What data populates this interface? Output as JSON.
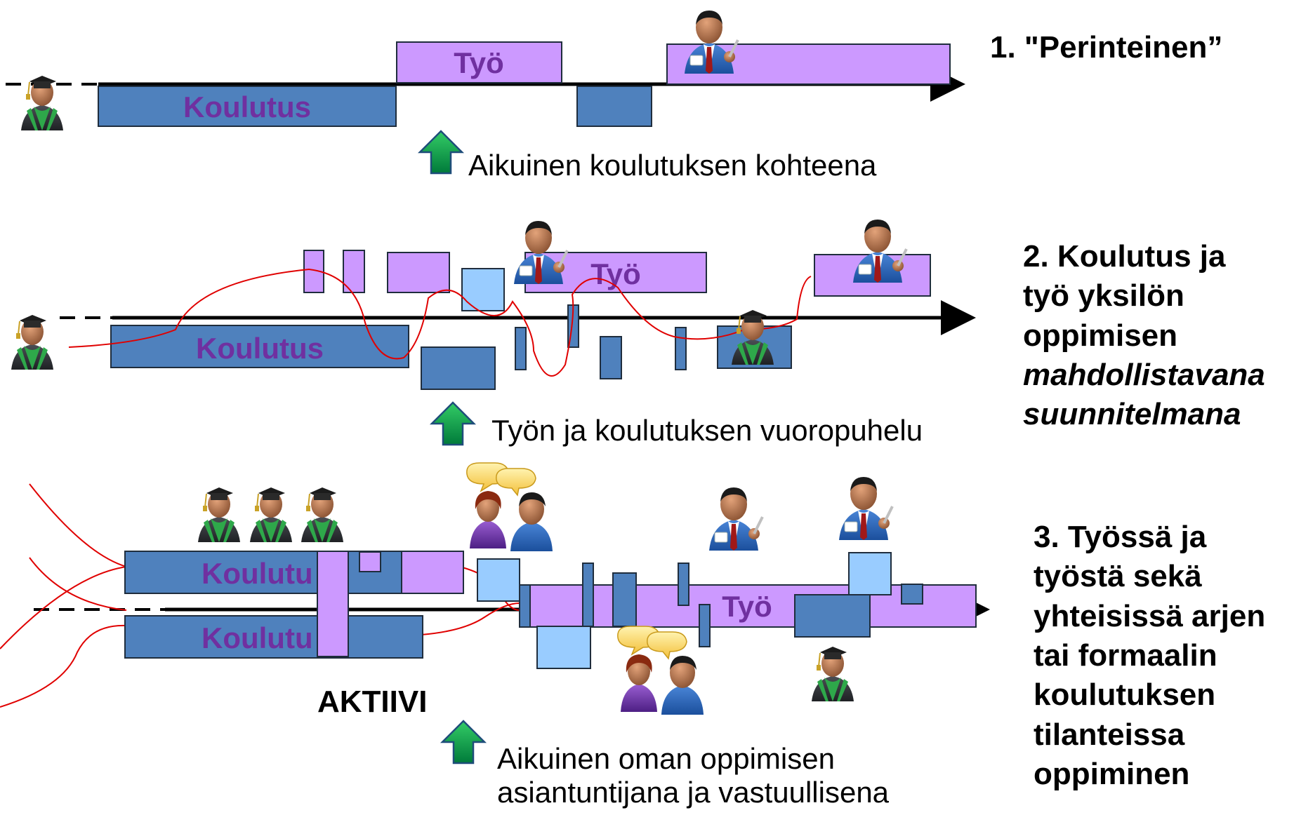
{
  "colors": {
    "koulutus": "#4f81bd",
    "tyo": "#cc99ff",
    "mixed": "#99ccff",
    "outline": "#1f2d3d",
    "label": "#7030a0",
    "line": "#e00000",
    "arrow_up": "#00a550"
  },
  "row1": {
    "bar_koulutus": "Koulutus",
    "bar_tyo": "Työ",
    "title": "1. \"Perinteinen”",
    "caption": "Aikuinen koulutuksen kohteena"
  },
  "row2": {
    "bar_koulutus": "Koulutus",
    "bar_tyo": "Työ",
    "title_lines": [
      "2. Koulutus ja",
      "työ yksilön",
      "oppimisen"
    ],
    "title_italic_lines": [
      "mahdollistavana",
      "suunnitelmana"
    ],
    "caption": "Työn ja koulutuksen vuoropuhelu"
  },
  "row3": {
    "bar_koulutus_upper": "Koulutu",
    "bar_koulutus_lower": "Koulutu",
    "bar_tyo": "Työ",
    "aktiivi": "AKTIIVI",
    "title_lines": [
      "3. Työssä ja",
      "työstä sekä",
      "yhteisissä arjen",
      "tai formaalin",
      "koulutuksen",
      "tilanteissa",
      "oppiminen"
    ],
    "caption_lines": [
      "Aikuinen oman oppimisen",
      "asiantuntijana ja vastuullisena"
    ]
  },
  "icons": {
    "graduate": "graduate-icon",
    "worker": "worker-icon",
    "dialogue": "dialogue-pair-icon",
    "arrow": "up-arrow-icon"
  }
}
